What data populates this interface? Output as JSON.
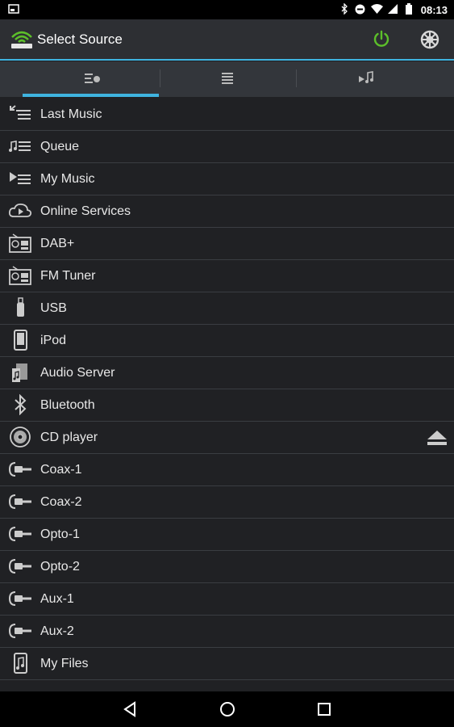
{
  "status_bar": {
    "time": "08:13"
  },
  "header": {
    "title": "Select Source"
  },
  "tabs": [
    {
      "icon": "queue-list-icon"
    },
    {
      "icon": "list-icon"
    },
    {
      "icon": "now-playing-icon"
    }
  ],
  "sources": [
    {
      "label": "Last Music",
      "icon": "last-music-icon"
    },
    {
      "label": "Queue",
      "icon": "queue-icon"
    },
    {
      "label": "My Music",
      "icon": "my-music-icon"
    },
    {
      "label": "Online Services",
      "icon": "cloud-play-icon"
    },
    {
      "label": "DAB+",
      "icon": "dab-radio-icon"
    },
    {
      "label": "FM Tuner",
      "icon": "fm-radio-icon"
    },
    {
      "label": "USB",
      "icon": "usb-icon"
    },
    {
      "label": "iPod",
      "icon": "ipod-icon"
    },
    {
      "label": "Audio Server",
      "icon": "audio-server-icon"
    },
    {
      "label": "Bluetooth",
      "icon": "bluetooth-icon"
    },
    {
      "label": "CD player",
      "icon": "cd-icon"
    },
    {
      "label": "Coax-1",
      "icon": "cable-plug-icon"
    },
    {
      "label": "Coax-2",
      "icon": "cable-plug-icon"
    },
    {
      "label": "Opto-1",
      "icon": "cable-plug-icon"
    },
    {
      "label": "Opto-2",
      "icon": "cable-plug-icon"
    },
    {
      "label": "Aux-1",
      "icon": "cable-plug-icon"
    },
    {
      "label": "Aux-2",
      "icon": "cable-plug-icon"
    },
    {
      "label": "My Files",
      "icon": "music-file-icon"
    }
  ],
  "colors": {
    "accent": "#3fb4e0",
    "power": "#5cbf2a",
    "background": "#202124"
  }
}
